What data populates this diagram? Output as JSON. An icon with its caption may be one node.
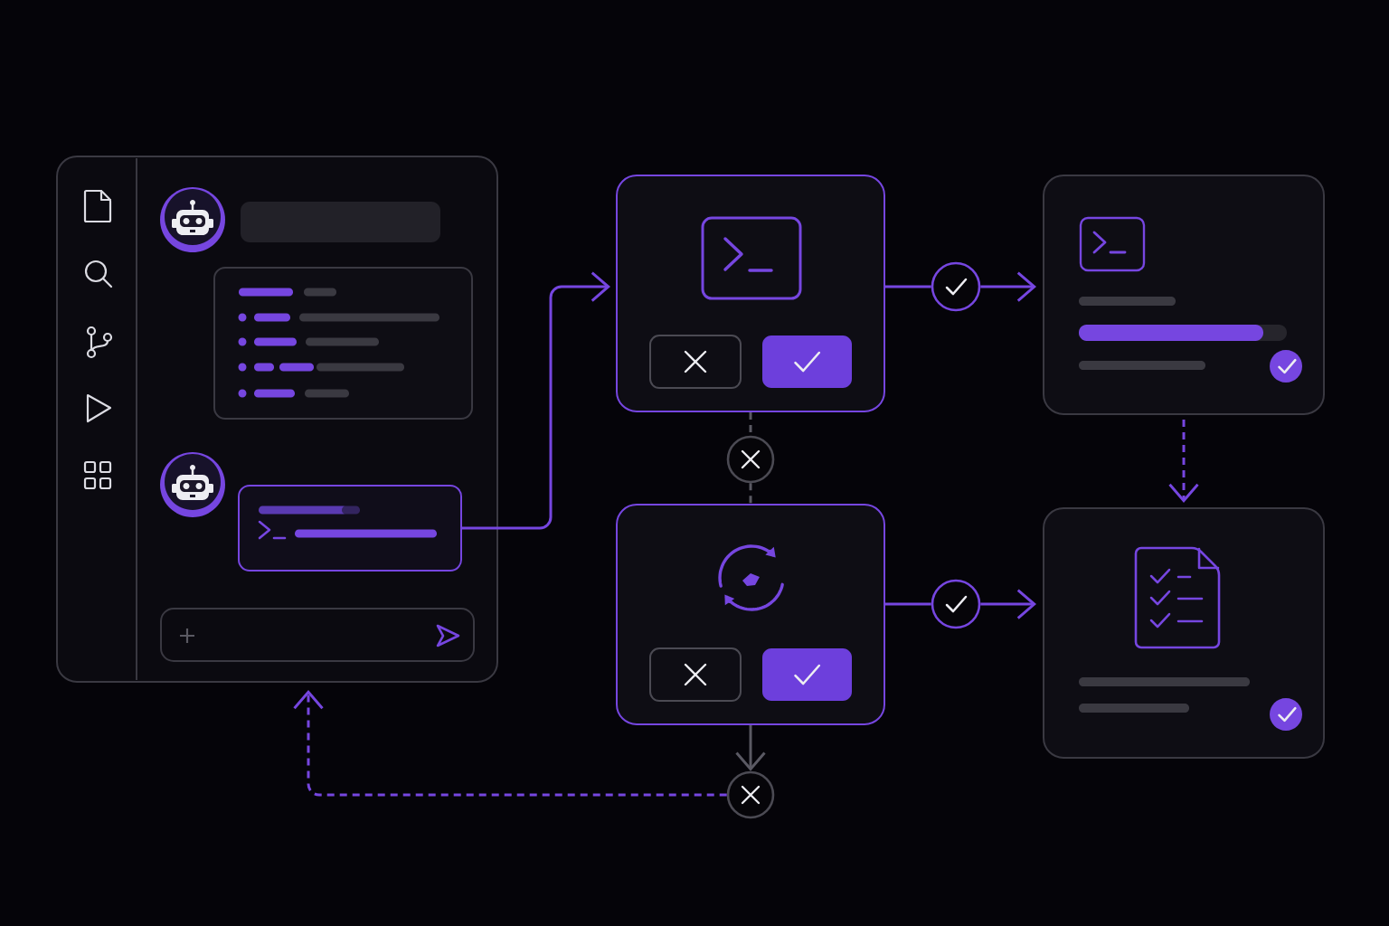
{
  "diagram": {
    "nodes": [
      {
        "text": [],
        "shape": "box"
      },
      {
        "text": [],
        "shape": "box",
        "in": 0
      },
      {
        "text": [],
        "shape": "box"
      },
      {
        "text": [],
        "shape": "circle"
      },
      {
        "text": [],
        "shape": "box"
      },
      {
        "text": [],
        "shape": "circle"
      },
      {
        "text": [],
        "shape": "box"
      },
      {
        "text": [],
        "shape": "circle"
      },
      {
        "text": [],
        "shape": "box"
      },
      {
        "text": [],
        "shape": "circle"
      }
    ],
    "edges": [
      {
        "from": 1,
        "to": 2,
        "arrow": "to"
      },
      {
        "from": 2,
        "to": 3,
        "arrow": "none"
      },
      {
        "from": 3,
        "to": 4,
        "arrow": "to"
      },
      {
        "from": 2,
        "to": 5,
        "arrow": "none",
        "style": "dashed",
        "color": "#5a5963"
      },
      {
        "from": 5,
        "to": 6,
        "arrow": "none",
        "style": "dashed",
        "color": "#5a5963"
      },
      {
        "from": 4,
        "to": 8,
        "arrow": "to",
        "style": "dashed"
      },
      {
        "from": 6,
        "to": 7,
        "arrow": "none"
      },
      {
        "from": 7,
        "to": 8,
        "arrow": "to"
      },
      {
        "from": 6,
        "to": 9,
        "arrow": "to",
        "color": "#5a5963"
      },
      {
        "from": 9,
        "to": 0,
        "arrow": "to",
        "style": "dashed"
      }
    ]
  }
}
